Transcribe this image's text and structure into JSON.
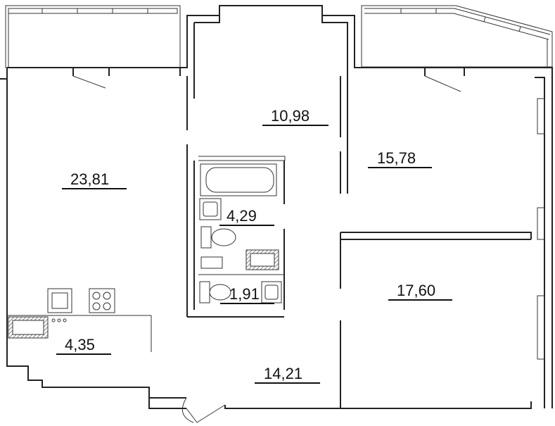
{
  "rooms": [
    {
      "id": "living-room",
      "area": "23,81"
    },
    {
      "id": "balcony-room",
      "area": "10,98"
    },
    {
      "id": "bedroom-1",
      "area": "15,78"
    },
    {
      "id": "bathroom",
      "area": "4,29"
    },
    {
      "id": "wc",
      "area": "1,91"
    },
    {
      "id": "bedroom-2",
      "area": "17,60"
    },
    {
      "id": "kitchen",
      "area": "4,35"
    },
    {
      "id": "hallway",
      "area": "14,21"
    }
  ],
  "colors": {
    "wall": "#222222",
    "background": "#ffffff"
  }
}
